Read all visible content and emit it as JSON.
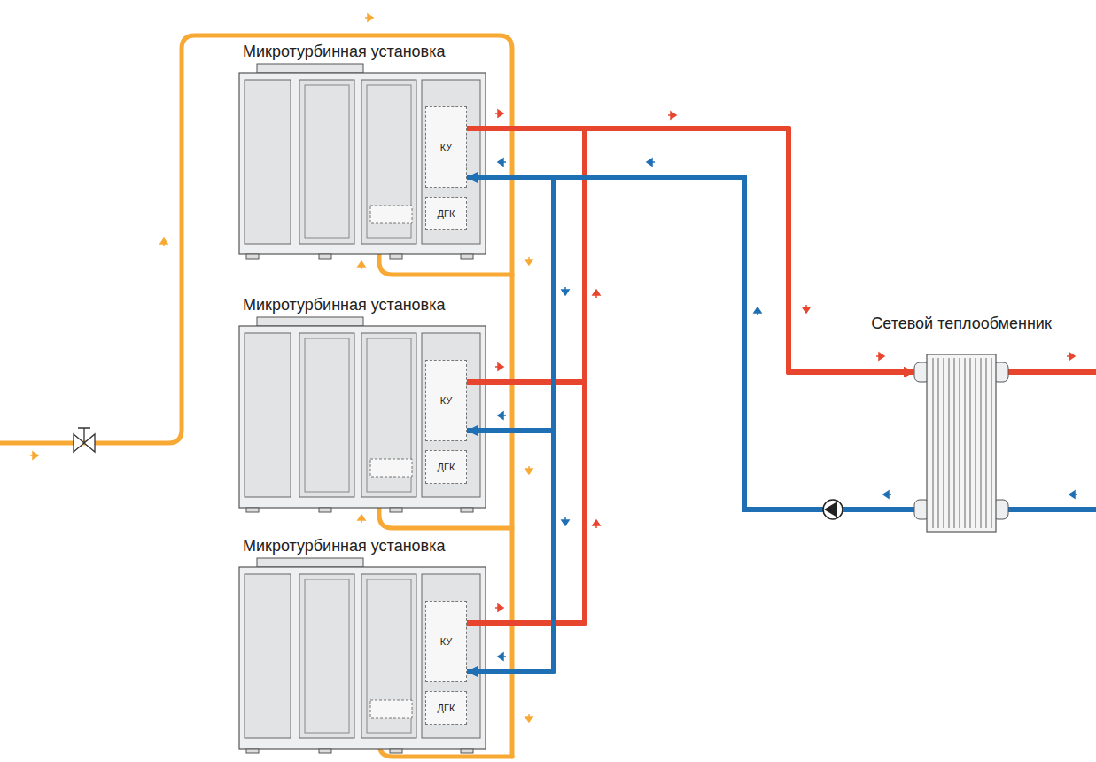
{
  "diagram": {
    "nodes": [
      {
        "text": [
          "Микротурбинная установка"
        ]
      },
      {
        "text": [
          "КУ"
        ],
        "in": 0
      },
      {
        "text": [
          "ДГК"
        ],
        "in": 0
      },
      {
        "text": [
          "Микротурбинная установка"
        ]
      },
      {
        "text": [
          "КУ"
        ],
        "in": 3
      },
      {
        "text": [
          "ДГК"
        ],
        "in": 3
      },
      {
        "text": [
          "Микротурбинная установка"
        ]
      },
      {
        "text": [
          "КУ"
        ],
        "in": 6
      },
      {
        "text": [
          "ДГК"
        ],
        "in": 6
      },
      {
        "text": [
          "Сетевой теплообменник"
        ]
      }
    ],
    "edges": [
      {
        "from": 1,
        "to": 9,
        "arrow": "to"
      },
      {
        "from": 4,
        "to": 9,
        "arrow": "to"
      },
      {
        "from": 7,
        "to": 9,
        "arrow": "to"
      },
      {
        "from": 9,
        "to": 1,
        "arrow": "to"
      },
      {
        "from": 9,
        "to": 4,
        "arrow": "to"
      },
      {
        "from": 9,
        "to": 7,
        "arrow": "to"
      }
    ]
  }
}
